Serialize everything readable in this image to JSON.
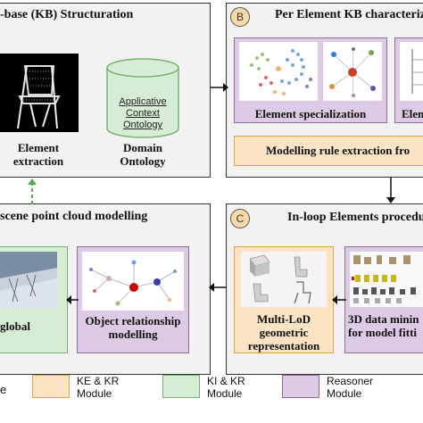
{
  "panelA": {
    "title": "-base (KB) Structuration",
    "element_label": "Element extraction",
    "ontology_label": "Domain Ontology",
    "cylinder_text": "Applicative Context Ontology"
  },
  "panelB": {
    "circle": "B",
    "title": "Per Element KB characteriz",
    "spec_label": "Element specialization",
    "cut_label": "Elem",
    "rule_label": "Modelling rule extraction fro"
  },
  "panelC": {
    "circle": "C",
    "title": "In-loop Elements procedu",
    "multilod_label": "Multi-LoD geometric representation",
    "mining_label": "3D data minin for model fitti"
  },
  "panelD": {
    "title": "scene point cloud modelling",
    "global_label": "global",
    "relation_label": "Object relationship modelling"
  },
  "legend": {
    "first": "e",
    "ke": "KE & KR Module",
    "ki": "KI & KR Module",
    "reasoner": "Reasoner Module"
  },
  "colors": {
    "orange": "#fbe3c4",
    "green": "#d6ecd5",
    "purple": "#ddcbe6",
    "panel": "#f2f2f2"
  }
}
